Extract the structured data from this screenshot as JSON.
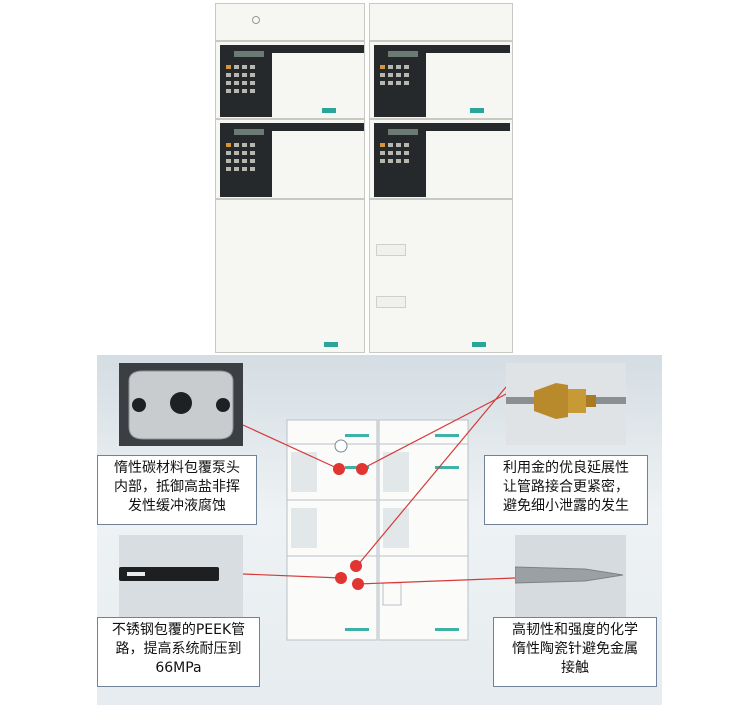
{
  "callouts": {
    "top_left": "惰性碳材料包覆泵头\n内部，抵御高盐非挥\n发性缓冲液腐蚀",
    "top_right": "利用金的优良延展性\n让管路接合更紧密，\n避免细小泄露的发生",
    "bottom_left": "不锈钢包覆的PEEK管\n路，提高系统耐压到\n66MPa",
    "bottom_right": "高韧性和强度的化学\n惰性陶瓷针避免金属\n接触"
  },
  "colors": {
    "leader_line": "#d63a3a",
    "dot": "#e03530",
    "callout_border": "#6f8297",
    "panel": "#26292b"
  },
  "icons": {
    "pump_head_photo": "pump-head-photo",
    "gold_fitting_photo": "gold-fitting-photo",
    "peek_tube_photo": "peek-tube-photo",
    "ceramic_needle_photo": "ceramic-needle-photo"
  }
}
